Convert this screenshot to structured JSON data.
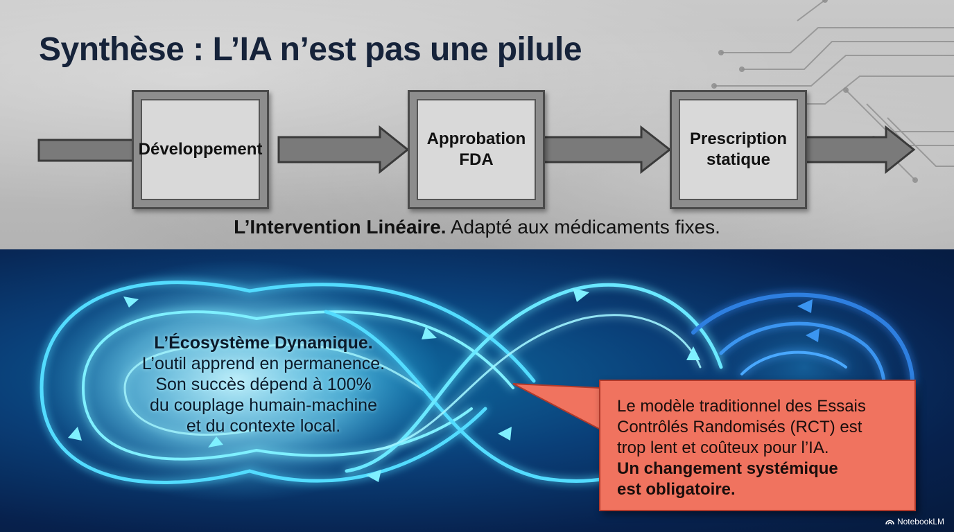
{
  "title": "Synthèse : L’IA n’est pas une pilule",
  "linear": {
    "stages": [
      {
        "label": "Développement"
      },
      {
        "label": "Approbation\nFDA"
      },
      {
        "label": "Prescription\nstatique"
      }
    ],
    "caption_bold": "L’Intervention Linéaire.",
    "caption_rest": " Adapté aux médicaments fixes."
  },
  "ecosystem": {
    "title": "L’Écosystème Dynamique.",
    "lines": [
      "L’outil apprend en permanence.",
      "Son succès dépend à 100%",
      "du couplage humain-machine",
      "et du contexte local."
    ]
  },
  "callout": {
    "lines": [
      "Le modèle traditionnel des Essais",
      "Contrôlés Randomisés (RCT) est",
      "trop lent et coûteux pour l’IA."
    ],
    "bold_lines": [
      "Un changement systémique",
      "est obligatoire."
    ]
  },
  "brand": "NotebookLM",
  "colors": {
    "title": "#16233a",
    "glow": "#5fe6ff",
    "callout_bg": "#f0735f",
    "navy": "#061a3c"
  }
}
